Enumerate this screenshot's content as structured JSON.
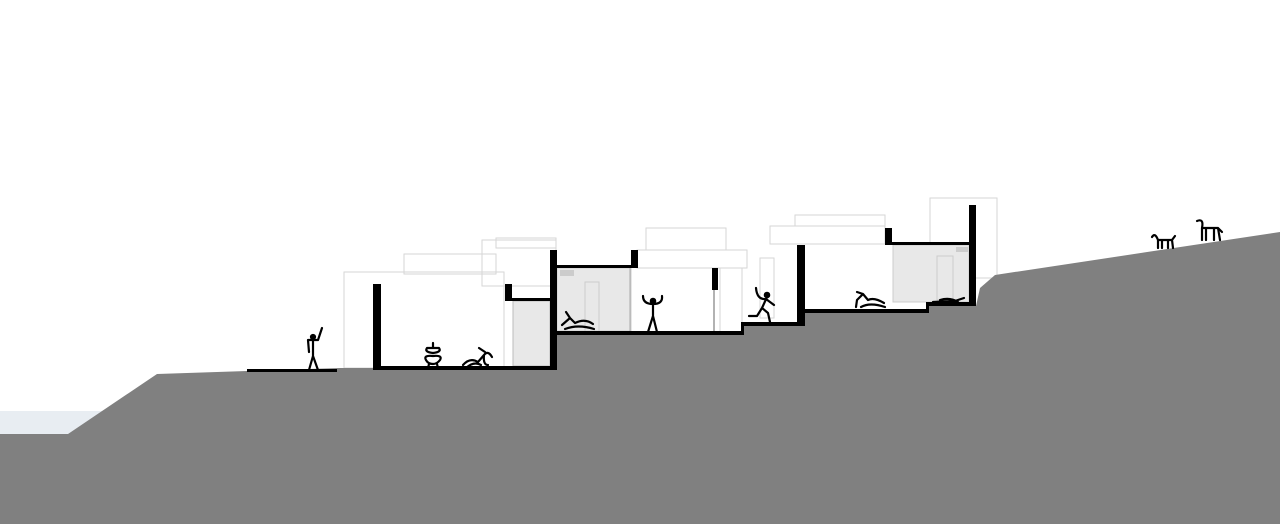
{
  "drawing": {
    "kind": "architectural-section",
    "colors": {
      "ground": "#808080",
      "walls": "#000000",
      "interior_fill": "#e8e8e8",
      "background_outlines": "#d6d6d6",
      "water": "#e8edf2",
      "sky": "#ffffff"
    },
    "icons": [
      "human-figure",
      "goat"
    ]
  }
}
